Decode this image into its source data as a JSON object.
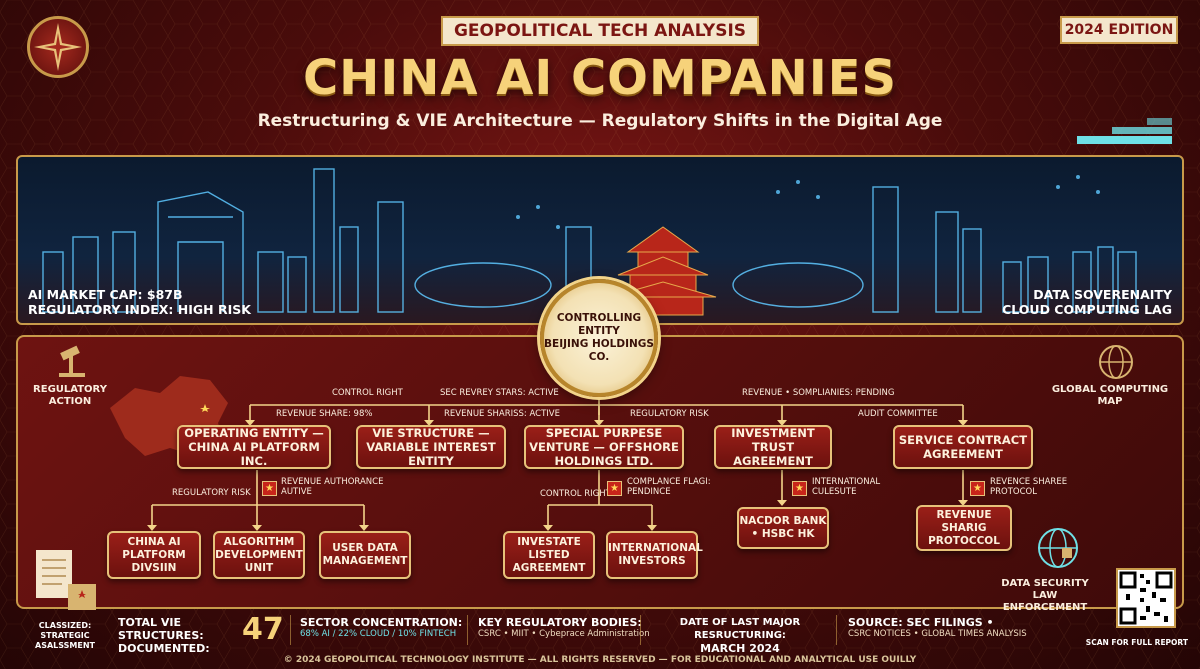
{
  "header": {
    "banner": "GEOPOLITICAL TECH ANALYSIS",
    "edition": "2024 EDITION",
    "title": "CHINA AI COMPANIES",
    "subtitle": "Restructuring & VIE Architecture — Regulatory Shifts in the Digital Age"
  },
  "skyline": {
    "left_line1": "AI MARKET CAP: $87B",
    "left_line2": "REGULATORY INDEX: HIGH RISK",
    "right_line1": "DATA SOVERENAITY",
    "right_line2": "CLOUD COMPUTING LAG"
  },
  "center": {
    "line1": "CONTROLLING ENTITY",
    "line2": "BEIJING HOLDINGS",
    "line3": "CO."
  },
  "side": {
    "regulatory": "REGULATORY ACTION",
    "global_map": "GLOBAL COMPUTING MAP",
    "data_security": "DATA SECURITY LAW ENFORCEMENT",
    "classified": "CLASSIZED: STRATEGIC ASALSSMENT"
  },
  "edge_labels": {
    "control_right": "CONTROL RIGHT",
    "sec_review": "SEC REVREY STARS: ACTIVE",
    "revenue_compliance": "REVENUE • SOMPLIANIES: PENDING",
    "revenue_share": "REVENUE SHARE: 98%",
    "revenue_shares_active": "REVENUE SHARISS: ACTIVE",
    "regulatory_risk": "REGULATORY RISK",
    "audit_committee": "AUDIT COMMITTEE",
    "regulatory_risk_2": "REGULATORY RISK",
    "control_right_2": "CONTROL RIGHT"
  },
  "entities": {
    "operating": "OPERATING ENTITY — CHINA AI PLATFORM INC.",
    "vie": "VIE STRUCTURE — VARIABLE INTEREST ENTITY",
    "spv": "SPECIAL PURPESE VENTURE — OFFSHORE HOLDINGS LTD.",
    "trust": "INVESTMENT TRUST AGREEMENT",
    "service": "SERVICE CONTRACT AGREEMENT"
  },
  "notes": {
    "revenue_authority": "REVENUE AUTHORANCE AUTIVE",
    "compliance_flag": "COMPLANCE FLAGI: PENDINCE",
    "international_culesute": "INTERNATIONAL CULESUTE",
    "revenue_share_protocol": "REVENCE SHAREE PROTOCOL"
  },
  "children": {
    "platform_division": "CHINA AI PLATFORM DIVSIIN",
    "algorithm_unit": "ALGORITHM DEVELOPMENT UNIT",
    "user_data": "USER DATA MANAGEMENT",
    "investate": "INVESTATE LISTED AGREEMENT",
    "intl_investors": "INTERNATIONAL INVESTORS",
    "nacdor": "NACDOR BANK • HSBC HK",
    "revenue_protocol": "REVENUE SHARIG PROTOCCOL"
  },
  "stats": {
    "total_label": "TOTAL VIE STRUCTURES: DOCUMENTED:",
    "total_value": "47",
    "sector_label": "SECTOR CONCENTRATION:",
    "sector_value": "68% AI / 22% CLOUD / 10% FINTECH",
    "bodies_label": "KEY REGULATORY BODIES:",
    "bodies_value": "CSRC • MIIT • Cybeprace Administration",
    "date_label": "DATE OF LAST MAJOR RESRUCTURING:",
    "date_value": "MARCH 2024",
    "source_label": "SOURCE: SEC FILINGS •",
    "source_value": "CSRC NOTICES • GLOBAL TIMES ANALYSIS"
  },
  "qr_label": "SCAN FOR FULL REPORT",
  "footer": "© 2024 GEOPOLITICAL TECHNOLOGY INSTITUTE — ALL RIGHTS RESERVED — FOR EDUCATIONAL AND ANALYTICAL USE OUILLY",
  "colors": {
    "gold": "#c89a4a",
    "crimson": "#7a1614",
    "cream": "#f4e6cc"
  }
}
